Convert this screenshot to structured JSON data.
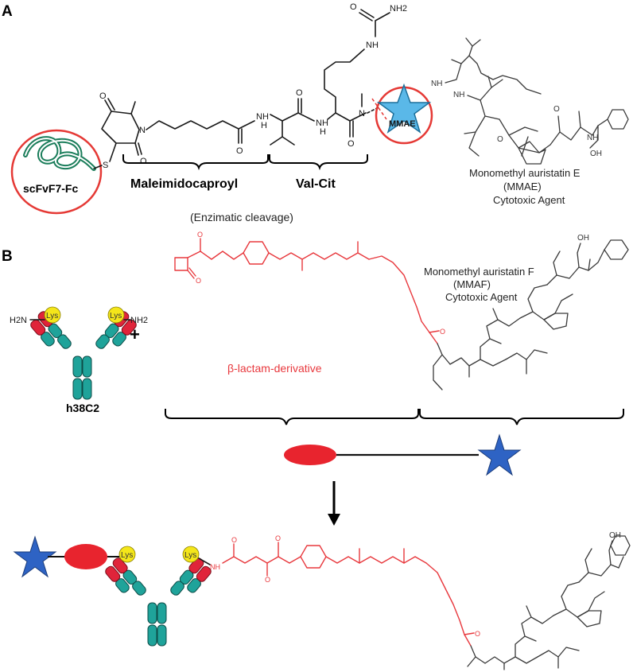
{
  "panels": {
    "a": "A",
    "b": "B"
  },
  "panel_a": {
    "antibody_label": "scFvF7-Fc",
    "payload_label": "MMAE",
    "linker_segments": [
      "Maleimidocaproyl",
      "Val-Cit"
    ],
    "cleavage_note": "(Enzimatic cleavage)",
    "drug_caption": [
      "Monomethyl auristatin E",
      "(MMAE)",
      "Cytotoxic Agent"
    ],
    "atoms": {
      "s": "S",
      "n": "N",
      "o": "O",
      "nh": "NH",
      "h": "H",
      "nh2": "NH2",
      "oh": "OH"
    }
  },
  "panel_b": {
    "antibody_label": "h38C2",
    "lysine_label": "Lys",
    "amine_label": "NH2",
    "amine_left": "H2N",
    "plus": "+",
    "linker_label": "β-lactam-derivative",
    "drug_caption": [
      "Monomethyl auristatin F",
      "(MMAF)",
      "Cytotoxic Agent"
    ]
  },
  "colors": {
    "linker": "#e8383d",
    "star": "#2e63c4",
    "antibody_chain": "#1fa39a",
    "antibody_variable": "#e0243a",
    "lysine": "#f4e61a",
    "capsule": "#e8242e"
  }
}
